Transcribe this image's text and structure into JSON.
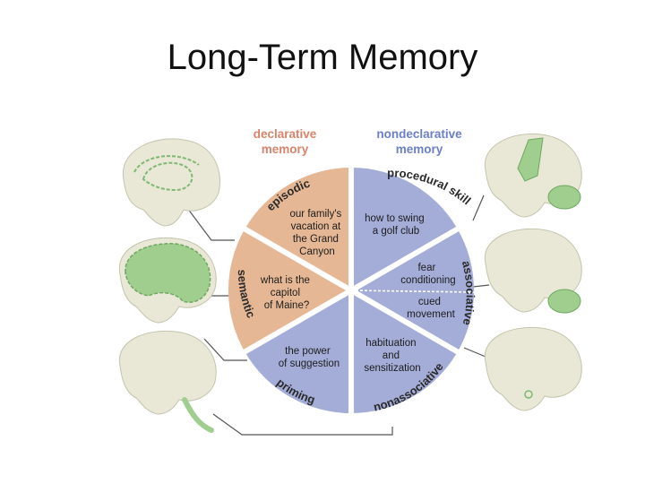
{
  "title": "Long-Term Memory",
  "declarative": {
    "line1": "declarative",
    "line2": "memory"
  },
  "nondeclarative": {
    "line1": "nondeclarative",
    "line2": "memory"
  },
  "wedges": {
    "episodic": {
      "label": "episodic",
      "lines": [
        "our family's",
        "vacation at",
        "the Grand",
        "Canyon"
      ]
    },
    "semantic": {
      "label": "semantic",
      "lines": [
        "what is the",
        "capitol",
        "of Maine?"
      ]
    },
    "priming": {
      "label": "priming",
      "lines": [
        "the power",
        "of suggestion"
      ]
    },
    "procedural": {
      "label": "procedural skill",
      "lines": [
        "how to swing",
        "a golf club"
      ]
    },
    "associative": {
      "label": "associative",
      "lines_a": [
        "fear",
        "conditioning"
      ],
      "lines_b": [
        "cued",
        "movement"
      ]
    },
    "nonassociative": {
      "label": "nonassociative",
      "lines": [
        "habituation",
        "and",
        "sensitization"
      ]
    }
  },
  "colors": {
    "declarative_wedge": "#e6b794",
    "nondeclarative_wedge": "#a4acd8",
    "brain_fill": "#e9e8d6",
    "highlight": "#9fce8e"
  }
}
